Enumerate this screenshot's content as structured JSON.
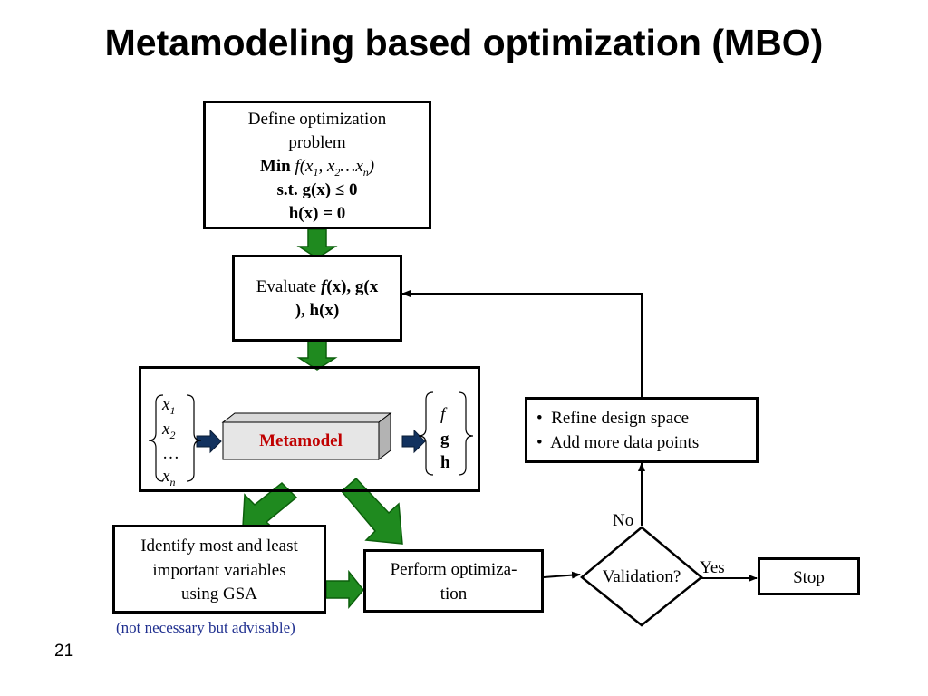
{
  "slide": {
    "title": "Metamodeling based optimization (MBO)",
    "page_number": "21"
  },
  "define_box": {
    "line1": "Define optimization",
    "line2": "problem",
    "min_label": "Min",
    "min_expr_f": "f(x",
    "sub1": "1",
    "sep1": ", x",
    "sub2": "2",
    "dots": "…x",
    "subn": "n",
    "close": ")",
    "st": "s.t. g(x) ≤ 0",
    "h": "h(x) = 0"
  },
  "evaluate_box": {
    "prefix": "Evaluate ",
    "f": "f",
    "rest1": "(x), g(x",
    "rest2": "), h(x)"
  },
  "metamodel_box": {
    "label": "Metamodel",
    "inputs": [
      "x1",
      "x2",
      "...",
      "xn"
    ],
    "input_base": "x",
    "input_subs": [
      "1",
      "2",
      "",
      "n"
    ],
    "dots": "…",
    "outputs": [
      "f",
      "g",
      "h"
    ]
  },
  "refine_box": {
    "items": [
      "Refine design space",
      "Add more data points"
    ]
  },
  "identify_box": {
    "line1": "Identify most and least",
    "line2": "important variables",
    "line3": "using GSA",
    "note": "(not necessary but advisable)"
  },
  "optimize_box": {
    "line1": "Perform optimiza-",
    "line2": "tion"
  },
  "decision": {
    "label": "Validation?",
    "no": "No",
    "yes": "Yes"
  },
  "stop_box": {
    "label": "Stop"
  },
  "colors": {
    "arrow_green": "#1f8a1f",
    "arrow_green_dark": "#0b5e0b",
    "arrow_navy": "#12325f",
    "note_blue": "#1f2f8f",
    "metamodel_red": "#c00000"
  }
}
